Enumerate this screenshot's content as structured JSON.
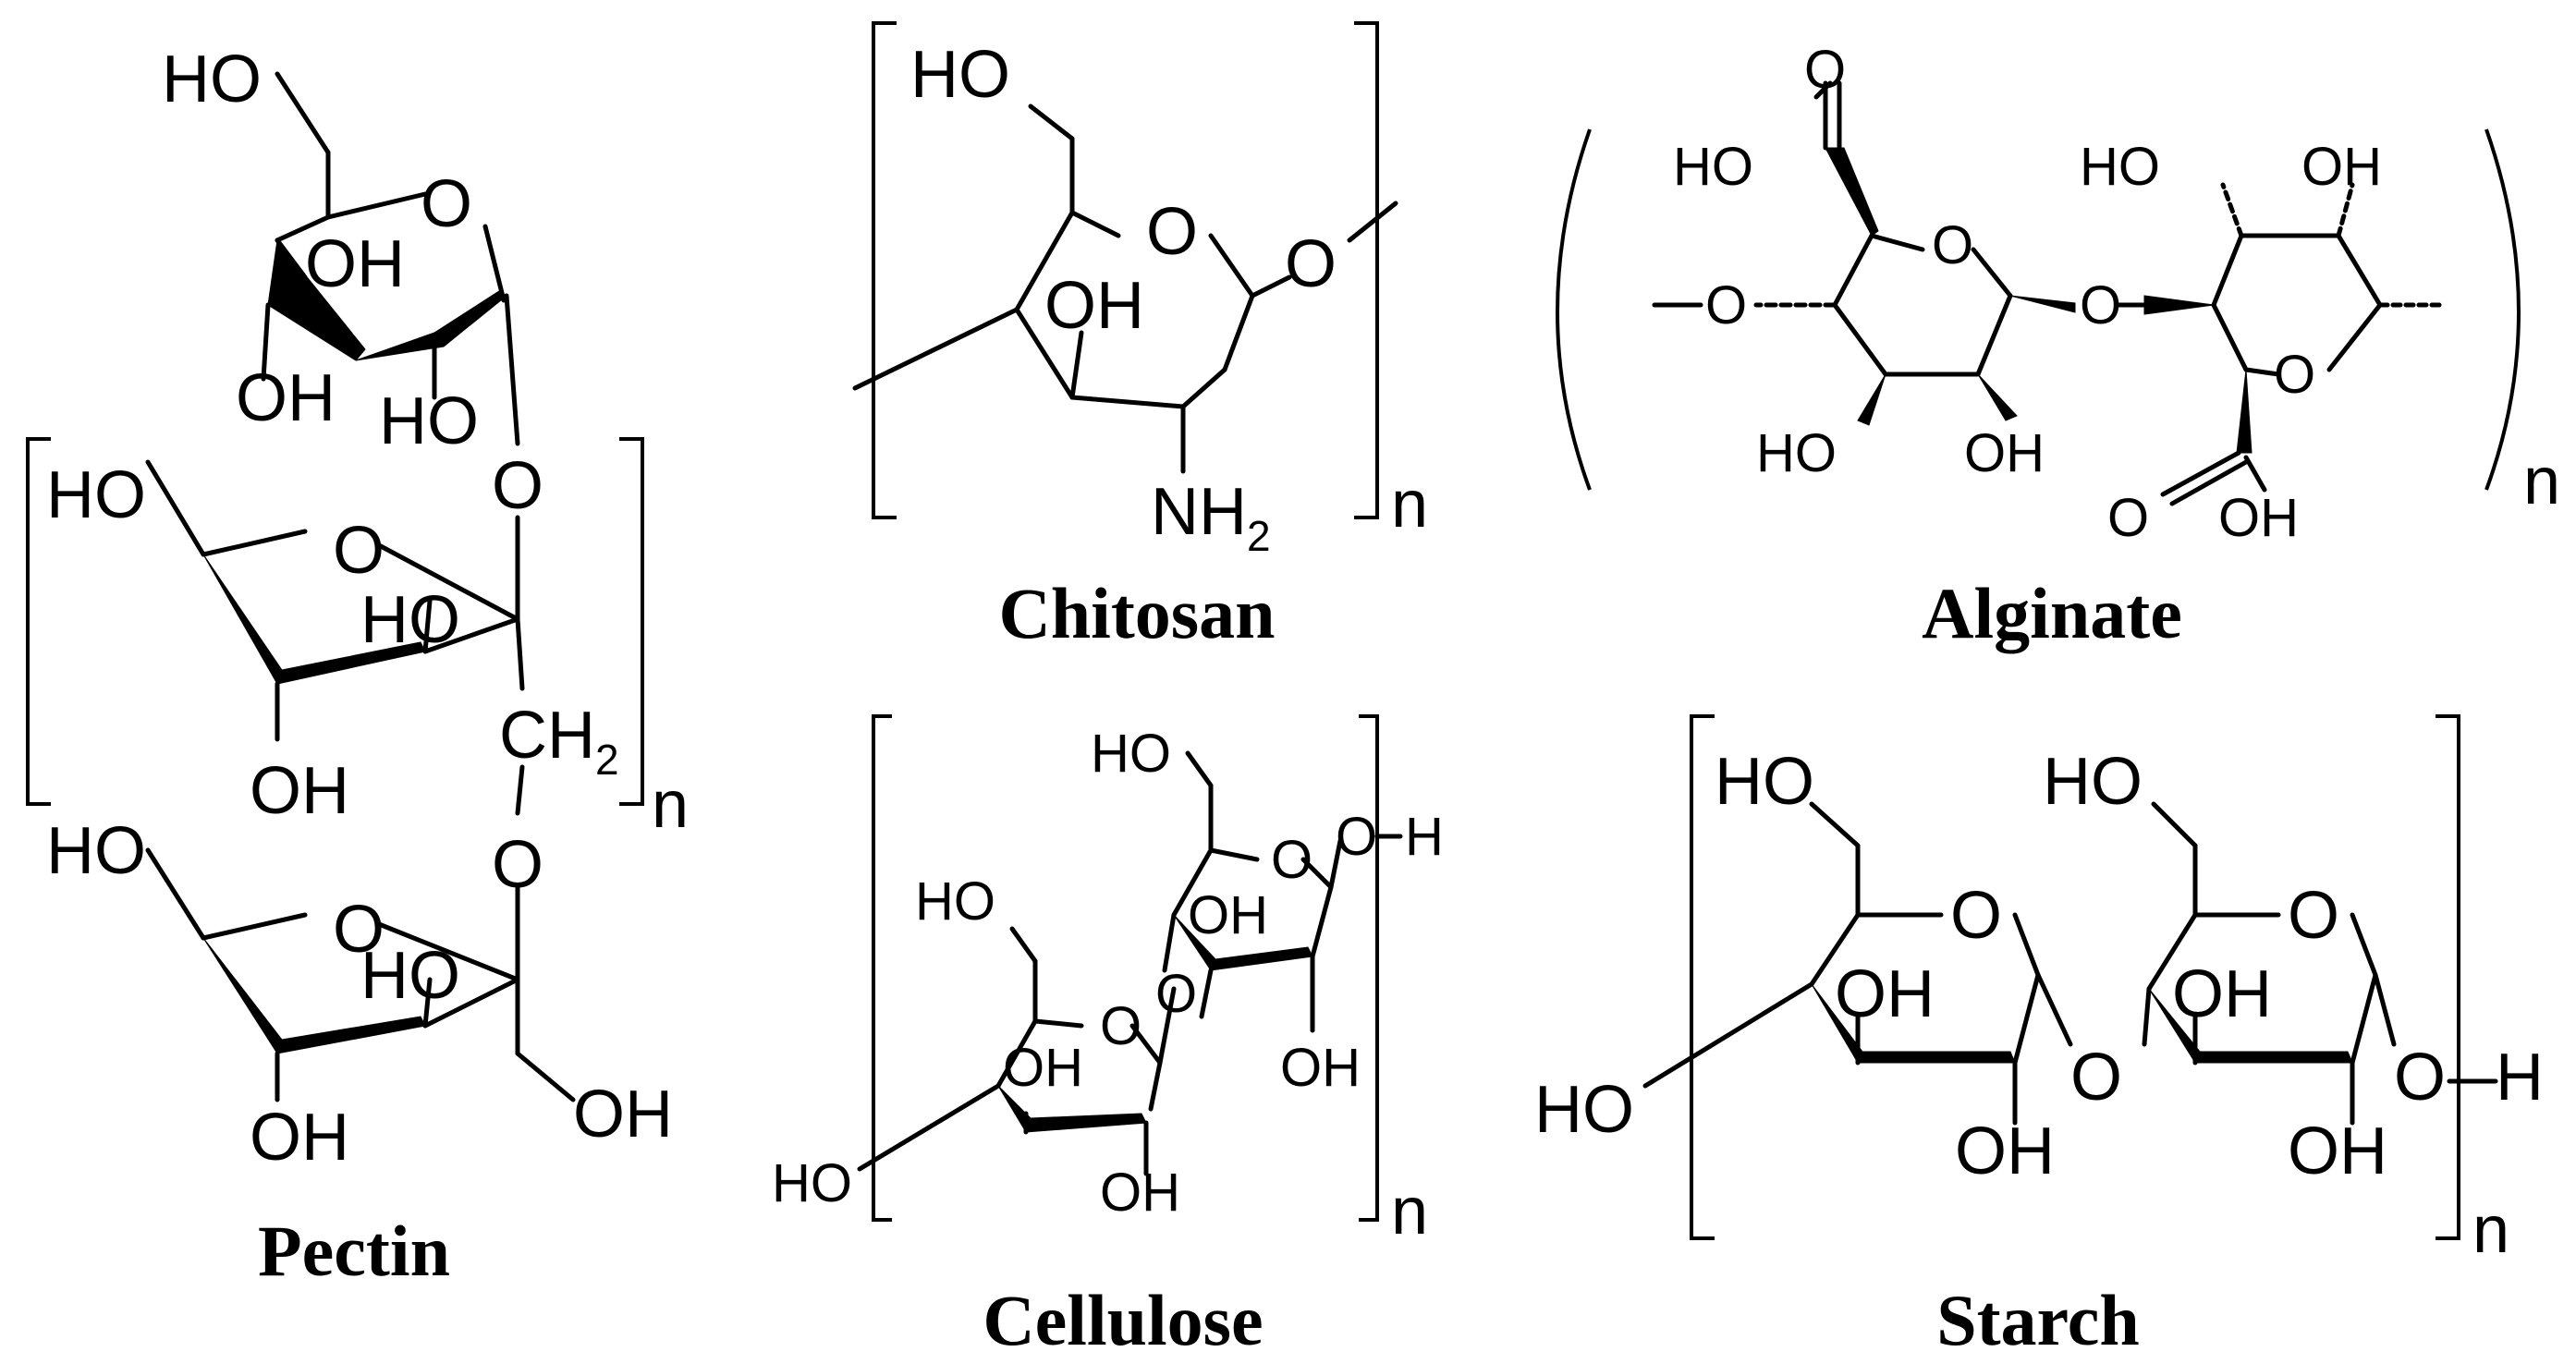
{
  "captions": {
    "pectin": "Pectin",
    "chitosan": "Chitosan",
    "alginate": "Alginate",
    "cellulose": "Cellulose",
    "starch": "Starch"
  },
  "repeat_subscript": "n",
  "atoms": {
    "HO": "HO",
    "OH": "OH",
    "O": "O",
    "H": "H",
    "CH2": "CH",
    "NH2": "NH",
    "two": "2"
  }
}
